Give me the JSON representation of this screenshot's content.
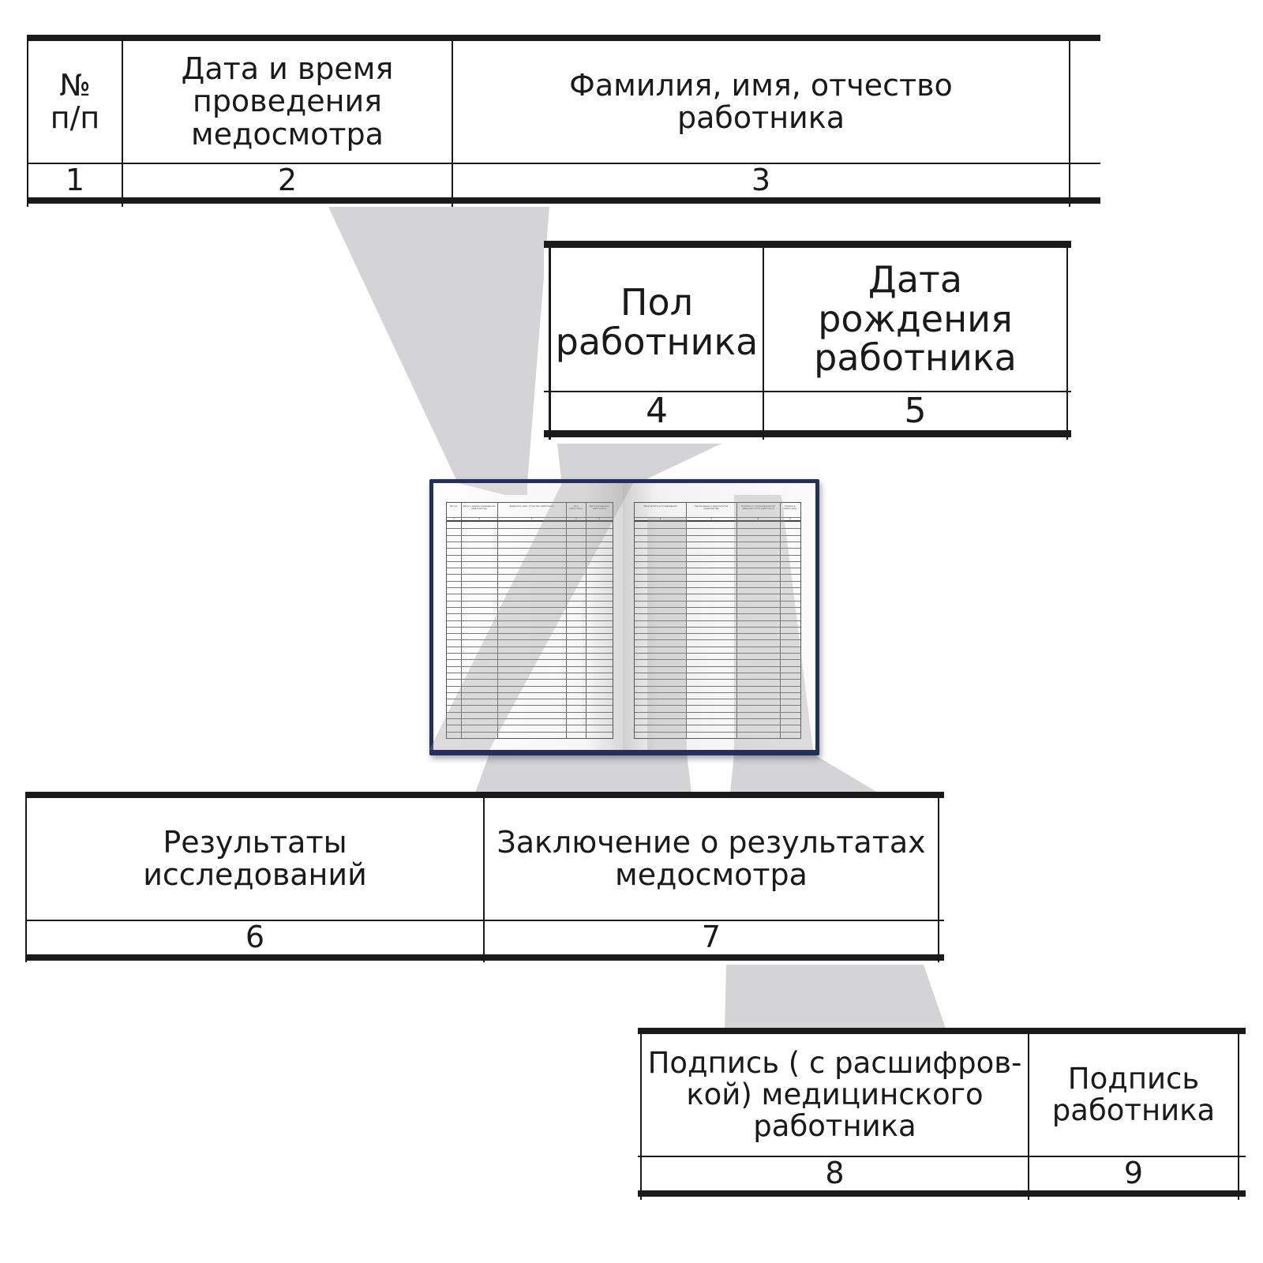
{
  "colors": {
    "ink": "#1a1a1a",
    "beam": "#d4d4d6",
    "cover": "#22305e",
    "page": "#fafafa"
  },
  "table_top": {
    "headers": [
      {
        "label_lines": [
          "№",
          "п/п"
        ],
        "number": "1"
      },
      {
        "label_lines": [
          "Дата и время",
          "проведения",
          "медосмотра"
        ],
        "number": "2"
      },
      {
        "label_lines": [
          "Фамилия, имя, отчество",
          "работника"
        ],
        "number": "3"
      }
    ]
  },
  "table_middle": {
    "headers": [
      {
        "label_lines": [
          "Пол",
          "работника"
        ],
        "number": "4"
      },
      {
        "label_lines": [
          "Дата",
          "рождения",
          "работника"
        ],
        "number": "5"
      }
    ]
  },
  "table_bottom_left": {
    "headers": [
      {
        "label_lines": [
          "Результаты",
          "исследований"
        ],
        "number": "6"
      },
      {
        "label_lines": [
          "Заключение о результатах",
          "медосмотра"
        ],
        "number": "7"
      }
    ]
  },
  "table_bottom_right": {
    "headers": [
      {
        "label_lines": [
          "Подпись ( с расшифров-",
          "кой) медицинского",
          "работника"
        ],
        "number": "8"
      },
      {
        "label_lines": [
          "Подпись",
          "работника"
        ],
        "number": "9"
      }
    ]
  },
  "book": {
    "left_page_columns": [
      "№ п/п",
      "Дата и время проведения медосмотра",
      "Фамилия, имя, отчество работника",
      "Пол работника",
      "Дата рождения работника"
    ],
    "left_page_numbers": [
      "1",
      "2",
      "3",
      "4",
      "5"
    ],
    "right_page_columns": [
      "Результаты исследований",
      "Заключение о результатах медосмотра",
      "Подпись (с расшифровкой) медицинского работника",
      "Подпись работника"
    ],
    "right_page_numbers": [
      "6",
      "7",
      "8",
      "9"
    ],
    "rows_per_page": 33
  }
}
